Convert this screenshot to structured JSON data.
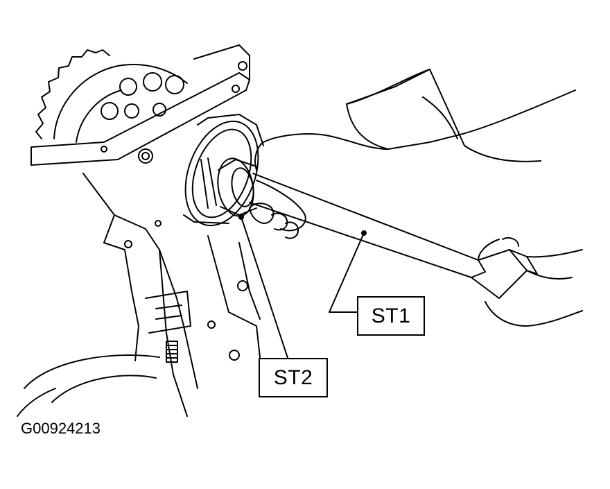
{
  "callouts": {
    "st1": "ST1",
    "st2": "ST2"
  },
  "figure_id": "G00924213",
  "colors": {
    "line": "#000000",
    "background": "#ffffff"
  }
}
